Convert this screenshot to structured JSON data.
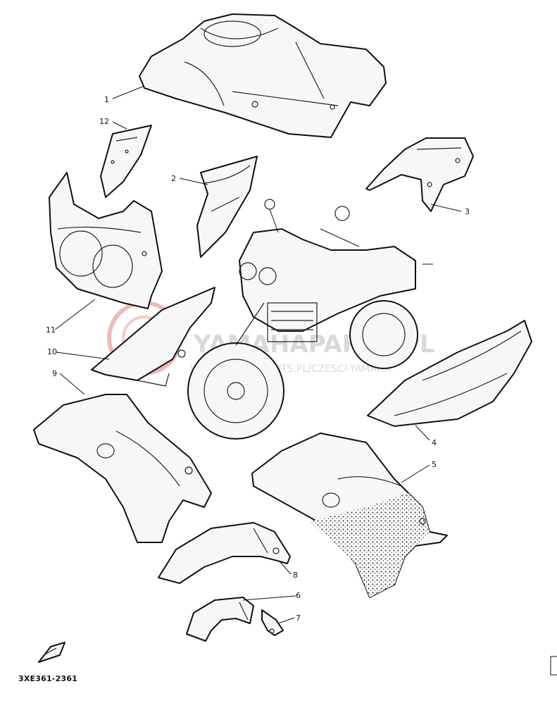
{
  "callouts": [
    {
      "id": "1",
      "label": "1"
    },
    {
      "id": "2",
      "label": "2"
    },
    {
      "id": "3",
      "label": "3"
    },
    {
      "id": "4",
      "label": "4"
    },
    {
      "id": "5",
      "label": "5"
    },
    {
      "id": "6",
      "label": "6"
    },
    {
      "id": "7",
      "label": "7"
    },
    {
      "id": "8",
      "label": "8"
    },
    {
      "id": "9",
      "label": "9"
    },
    {
      "id": "10",
      "label": "10"
    },
    {
      "id": "11",
      "label": "11"
    },
    {
      "id": "12",
      "label": "12"
    }
  ],
  "diagram_code": "3XE361-2361",
  "watermark": {
    "line1": "YAMAHAPARTS.PL",
    "line2": "WWW.YAMAHAPARTS.PL/CZESCI-YAMAHA",
    "color": "#d9d9d9",
    "logo_color": "#f2b8b8"
  }
}
